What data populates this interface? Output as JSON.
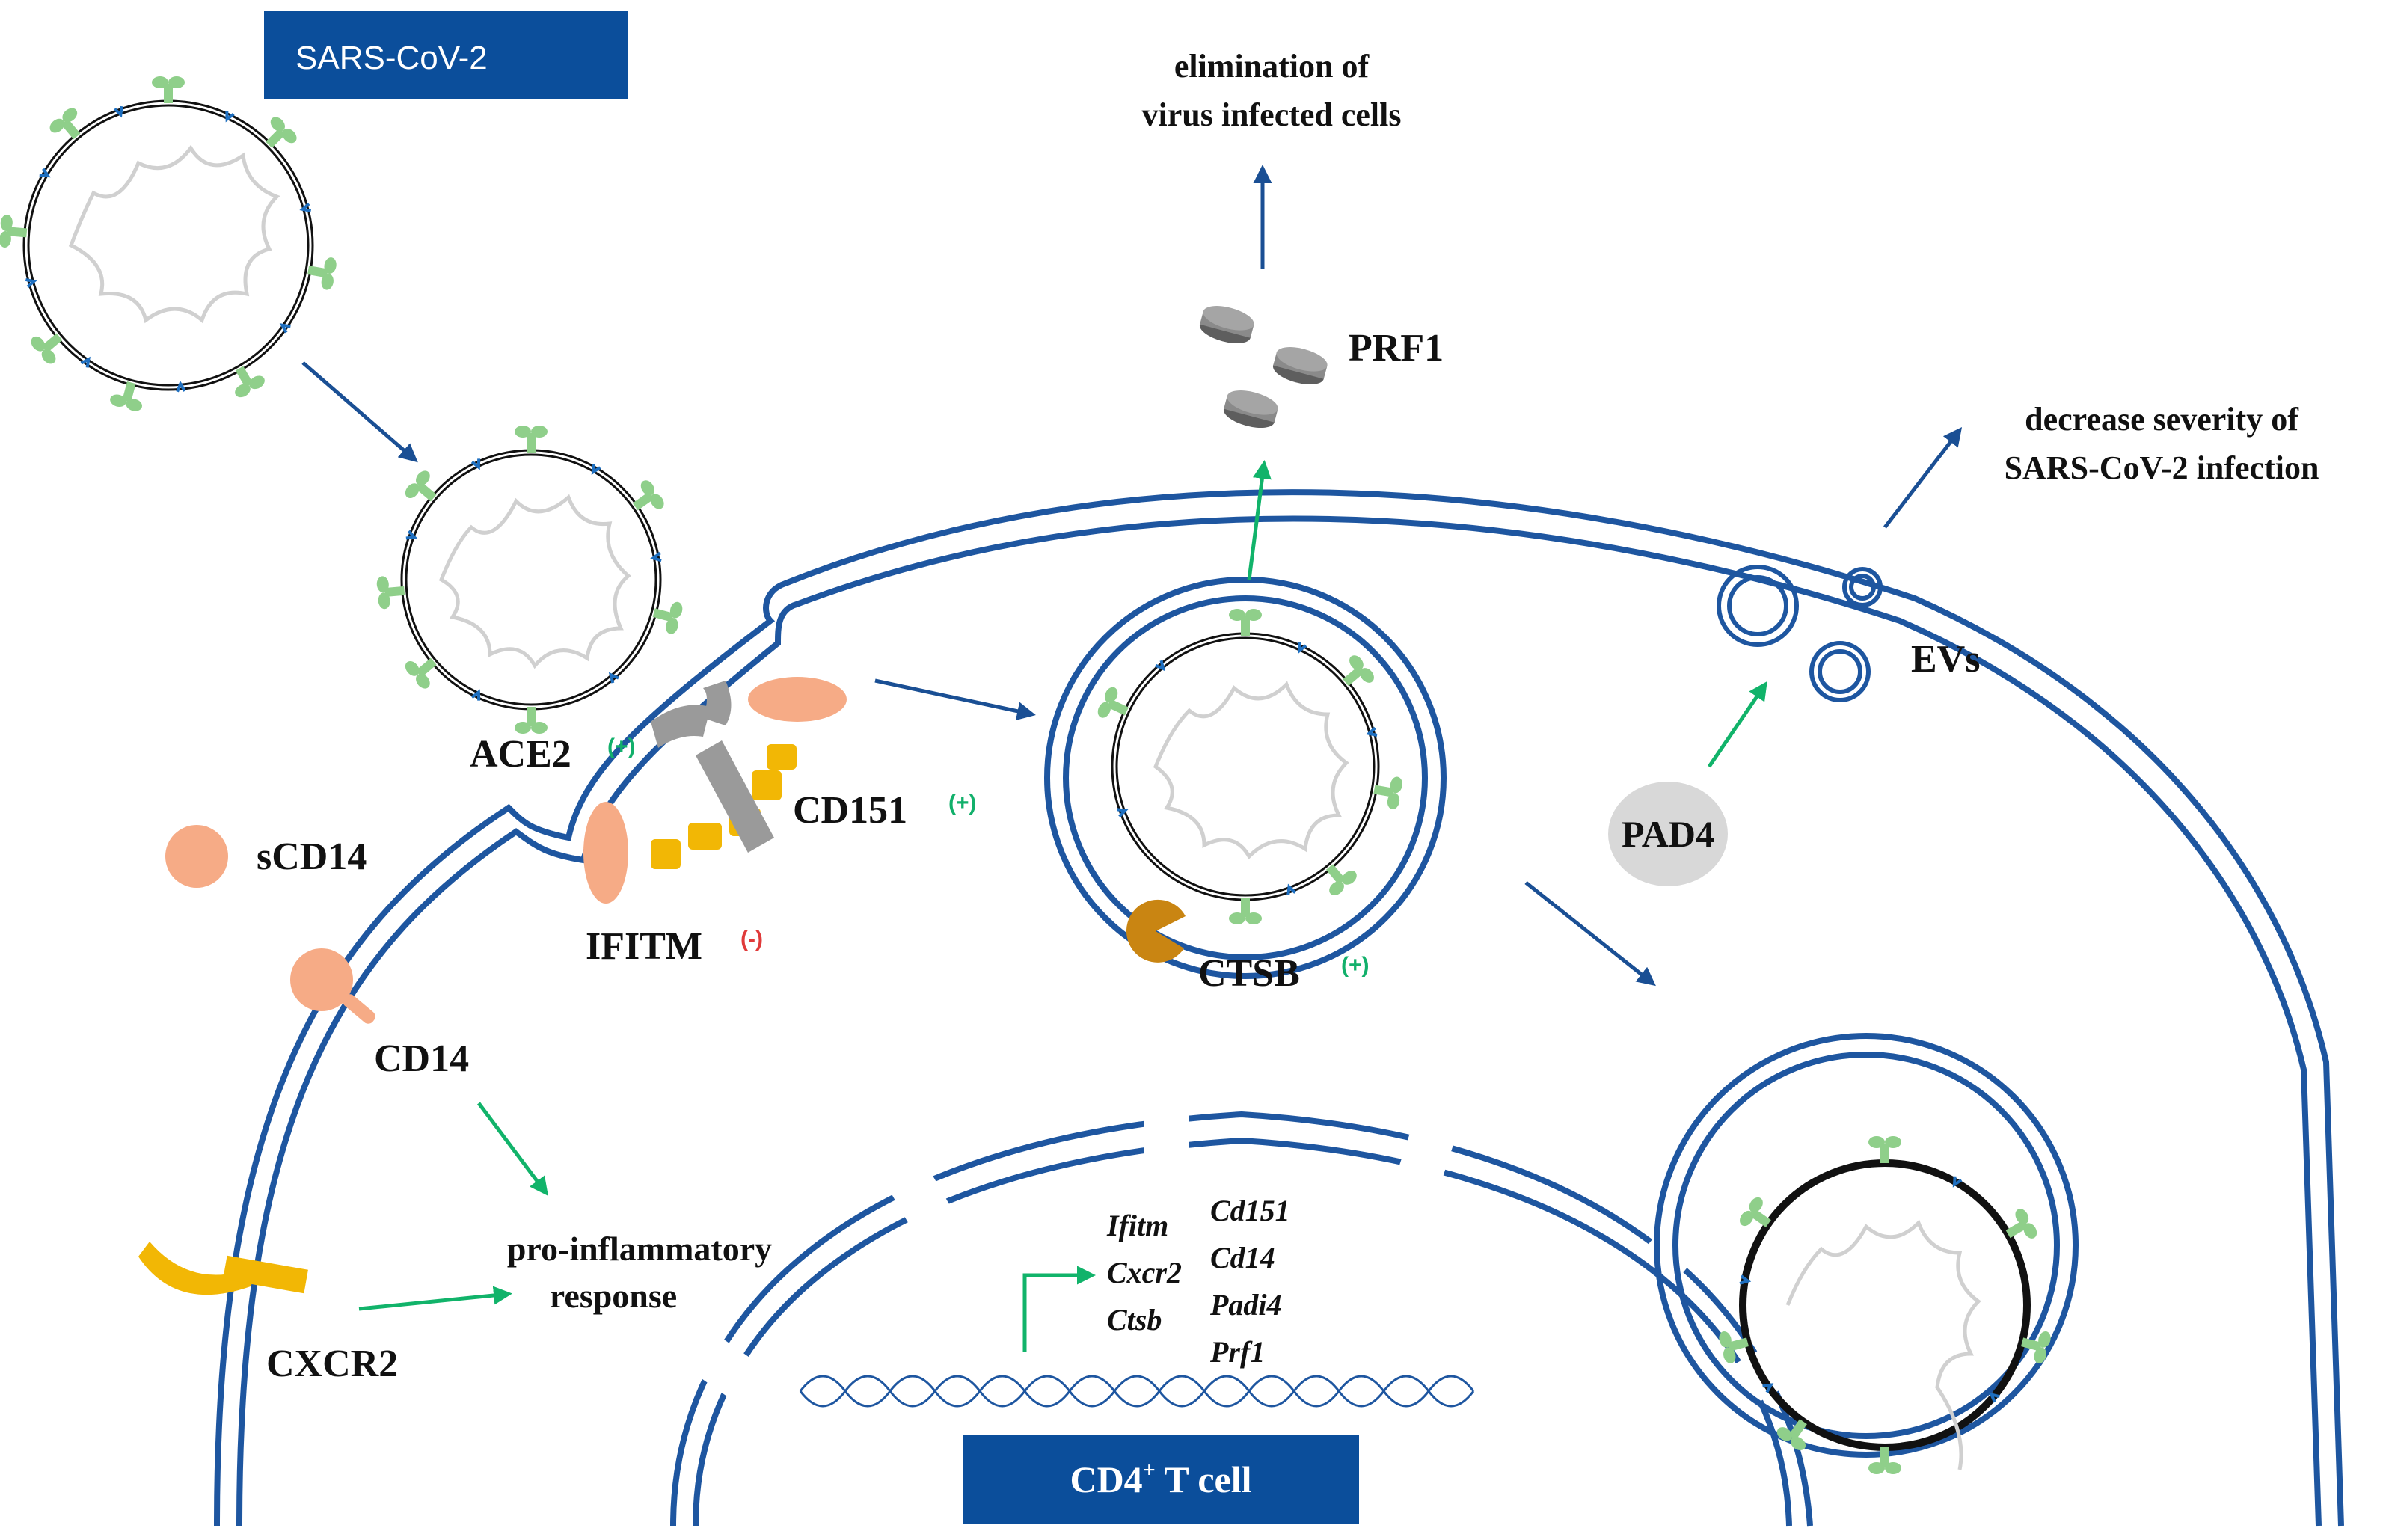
{
  "colors": {
    "membrane": "#1e56a0",
    "box_bg": "#0b4e9b",
    "arrow_blue": "#1a4f94",
    "arrow_green": "#11b36a",
    "spike": "#8fcf8a",
    "rna": "#d0d0d0",
    "salmon": "#f6ab86",
    "yellow": "#f2b705",
    "gray": "#9a9a9a",
    "ctsb": "#c98512",
    "pad4": "#d8d8d8",
    "plus": "#12b06b",
    "minus": "#e03a3a"
  },
  "labels": {
    "virus_box": "SARS-CoV-2",
    "cell_box_main": "CD4",
    "cell_box_sup": "+",
    "cell_box_rest": " T cell",
    "elimination_line1": "elimination of",
    "elimination_line2": "virus infected cells",
    "prf1": "PRF1",
    "decrease_line1": "decrease severity of",
    "decrease_line2": "SARS-CoV-2 infection",
    "evs": "EVs",
    "pad4": "PAD4",
    "ace2": "ACE2",
    "ace2_sign": "(+)",
    "cd151": "CD151",
    "cd151_sign": "(+)",
    "scd14": "sCD14",
    "ifitm": "IFITM",
    "ifitm_sign": "(-)",
    "cd14": "CD14",
    "ctsb": "CTSB",
    "ctsb_sign": "(+)",
    "proinflam_line1": "pro-inflammatory",
    "proinflam_line2": "response",
    "cxcr2": "CXCR2"
  },
  "genes": {
    "left": [
      "Ifitm",
      "Cxcr2",
      "Ctsb"
    ],
    "right": [
      "Cd151",
      "Cd14",
      "Padi4",
      "Prf1"
    ]
  }
}
